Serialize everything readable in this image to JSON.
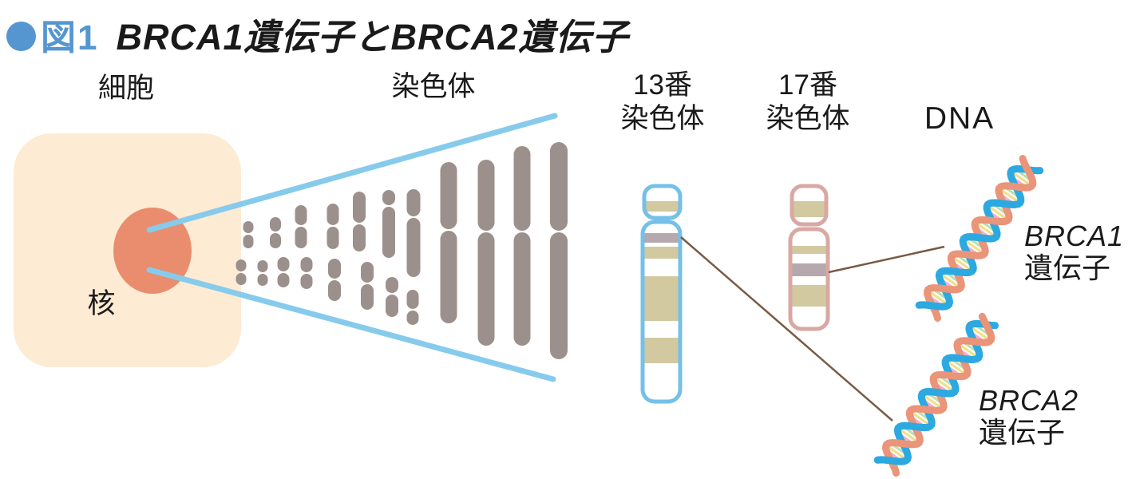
{
  "header": {
    "figure_marker": "図1",
    "title": "BRCA1遺伝子とBRCA2遺伝子"
  },
  "labels": {
    "cell": "細胞",
    "nucleus": "核",
    "chromosome": "染色体",
    "chr13_line1": "13番",
    "chr13_line2": "染色体",
    "chr17_line1": "17番",
    "chr17_line2": "染色体",
    "dna": "DNA",
    "brca1_line1": "BRCA1",
    "brca1_line2": "遺伝子",
    "brca2_line1": "BRCA2",
    "brca2_line2": "遺伝子"
  },
  "colors": {
    "accent_blue": "#5596D0",
    "title_text": "#1A1A1A",
    "cone_blue": "#87CBEC",
    "cell_fill": "#FDEBD3",
    "nucleus_fill": "#E98D6E",
    "chromosome_gray": "#9C908C",
    "chr13_outline": "#74C0E8",
    "chr17_outline": "#D9A8A3",
    "band_tan": "#D3C9A1",
    "band_gray": "#B5A9AD",
    "connector_brown": "#7A5A45",
    "dna_blue": "#2CA9E1",
    "dna_salmon": "#EA9479",
    "dna_rungs": [
      "#F5AECB",
      "#F2E089",
      "#BCE0B4",
      "#AADCF2"
    ]
  }
}
